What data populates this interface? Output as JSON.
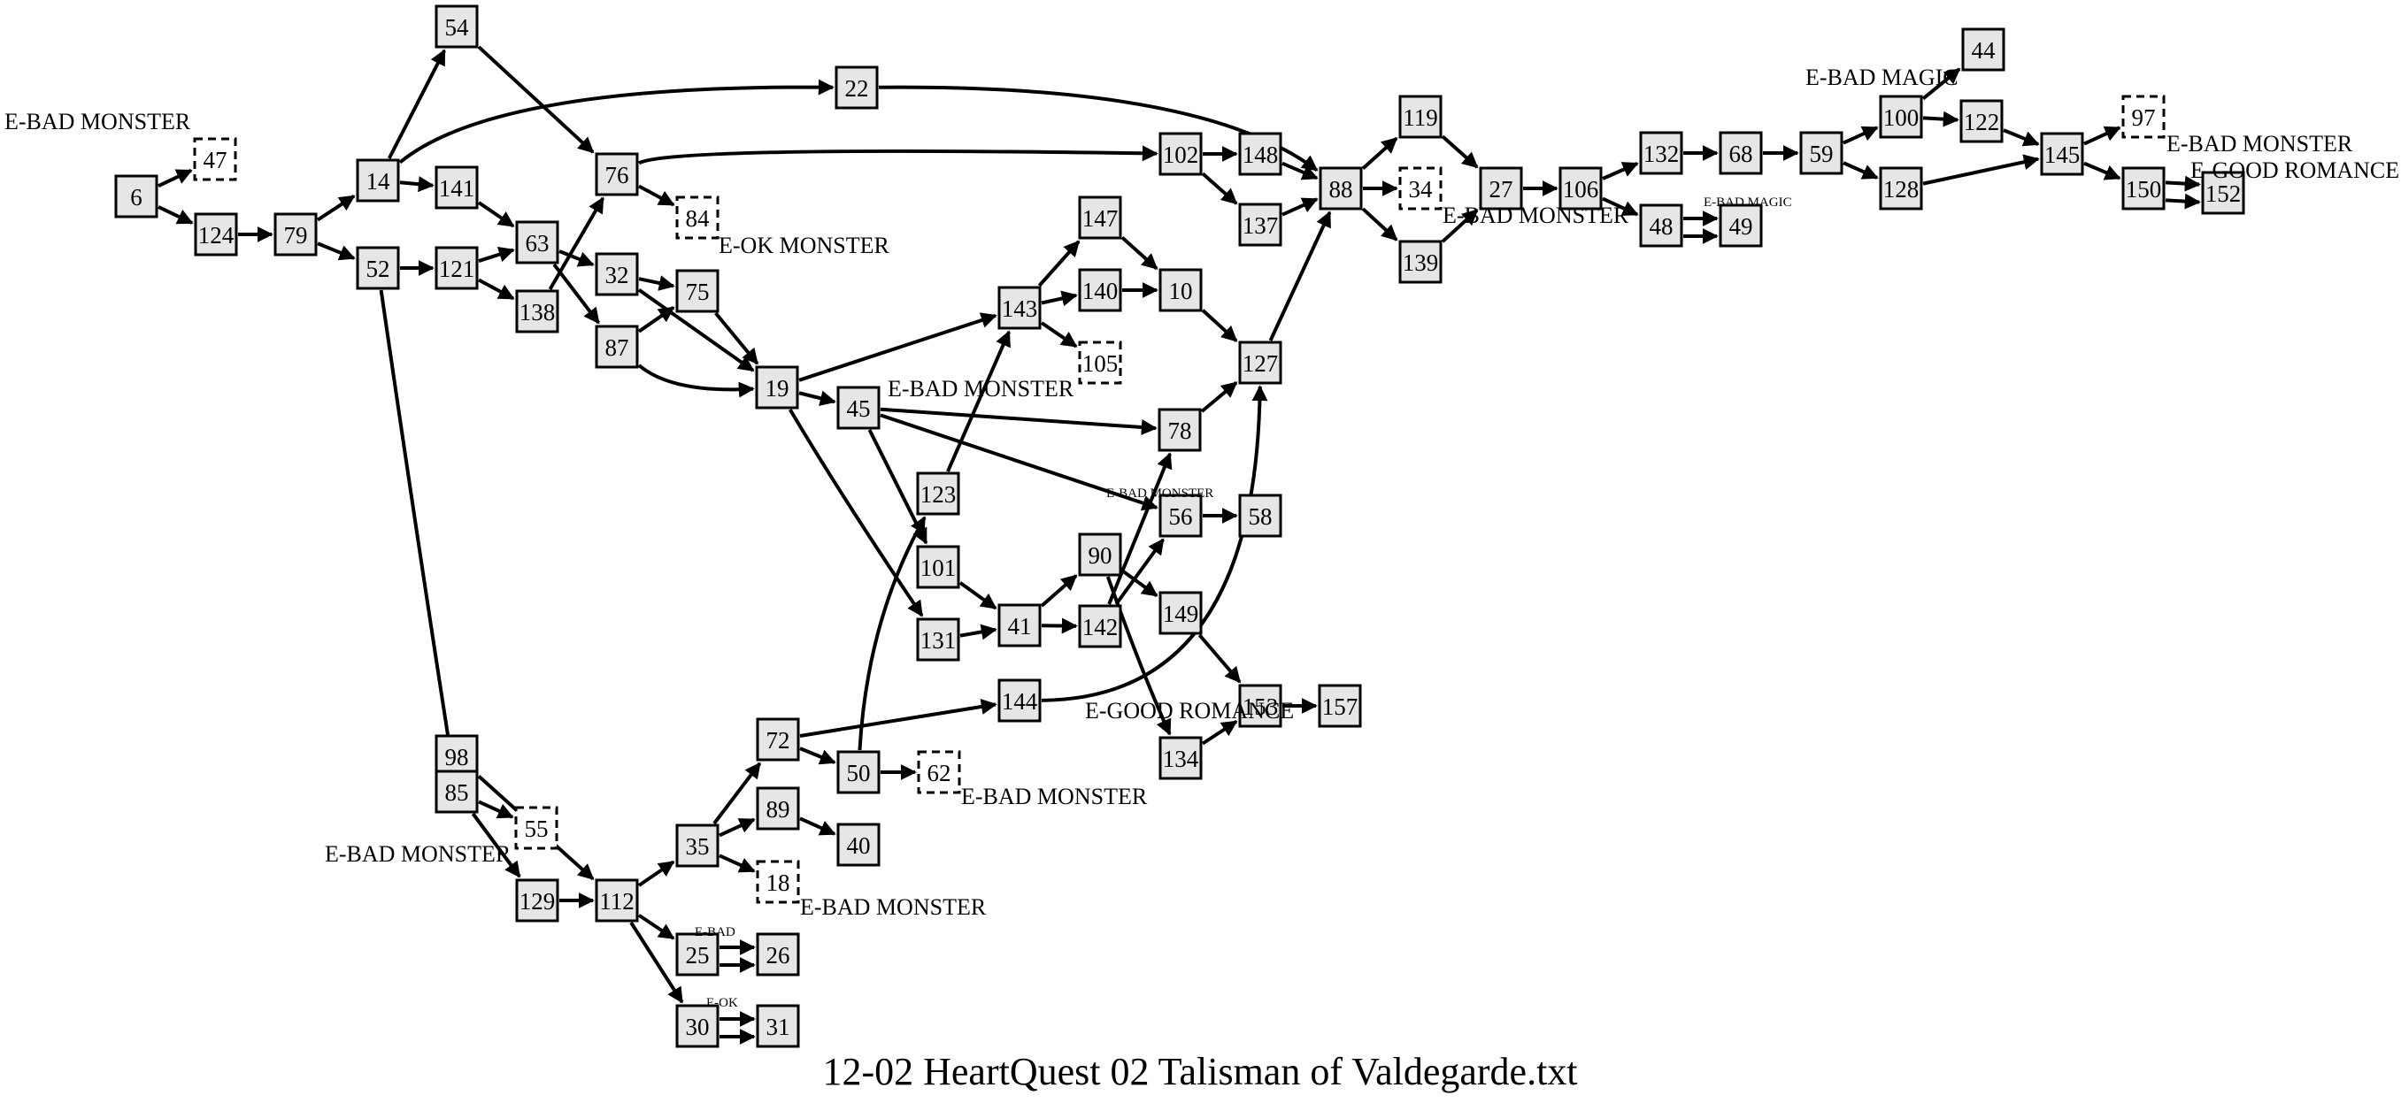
{
  "title": "12-02 HeartQuest 02 Talisman of Valdegarde.txt",
  "colors": {
    "node_fill": "#e6e6e6",
    "ending_fill": "#ffffff",
    "stroke": "#000000"
  },
  "nodes": [
    {
      "id": "6"
    },
    {
      "id": "47",
      "ending": true
    },
    {
      "id": "124"
    },
    {
      "id": "79"
    },
    {
      "id": "14"
    },
    {
      "id": "52"
    },
    {
      "id": "54"
    },
    {
      "id": "141"
    },
    {
      "id": "121"
    },
    {
      "id": "63"
    },
    {
      "id": "138"
    },
    {
      "id": "76"
    },
    {
      "id": "84",
      "ending": true
    },
    {
      "id": "32"
    },
    {
      "id": "87"
    },
    {
      "id": "75"
    },
    {
      "id": "19"
    },
    {
      "id": "22"
    },
    {
      "id": "45"
    },
    {
      "id": "143"
    },
    {
      "id": "147"
    },
    {
      "id": "140"
    },
    {
      "id": "105",
      "ending": true
    },
    {
      "id": "10"
    },
    {
      "id": "127"
    },
    {
      "id": "78"
    },
    {
      "id": "102"
    },
    {
      "id": "148"
    },
    {
      "id": "137"
    },
    {
      "id": "88"
    },
    {
      "id": "119"
    },
    {
      "id": "34",
      "ending": true
    },
    {
      "id": "139"
    },
    {
      "id": "27"
    },
    {
      "id": "106"
    },
    {
      "id": "132"
    },
    {
      "id": "68"
    },
    {
      "id": "59"
    },
    {
      "id": "48"
    },
    {
      "id": "49"
    },
    {
      "id": "100"
    },
    {
      "id": "44"
    },
    {
      "id": "122"
    },
    {
      "id": "128"
    },
    {
      "id": "145"
    },
    {
      "id": "97",
      "ending": true
    },
    {
      "id": "150"
    },
    {
      "id": "152"
    },
    {
      "id": "123"
    },
    {
      "id": "56"
    },
    {
      "id": "58"
    },
    {
      "id": "101"
    },
    {
      "id": "90"
    },
    {
      "id": "41"
    },
    {
      "id": "131"
    },
    {
      "id": "142"
    },
    {
      "id": "149"
    },
    {
      "id": "153"
    },
    {
      "id": "157"
    },
    {
      "id": "134"
    },
    {
      "id": "144"
    },
    {
      "id": "72"
    },
    {
      "id": "50"
    },
    {
      "id": "62",
      "ending": true
    },
    {
      "id": "89"
    },
    {
      "id": "40"
    },
    {
      "id": "35"
    },
    {
      "id": "18",
      "ending": true
    },
    {
      "id": "98"
    },
    {
      "id": "85"
    },
    {
      "id": "55",
      "ending": true
    },
    {
      "id": "129"
    },
    {
      "id": "112"
    },
    {
      "id": "25"
    },
    {
      "id": "26"
    },
    {
      "id": "30"
    },
    {
      "id": "31"
    }
  ],
  "edges": [
    {
      "from": "6",
      "to": "47"
    },
    {
      "from": "6",
      "to": "124"
    },
    {
      "from": "124",
      "to": "79"
    },
    {
      "from": "79",
      "to": "14"
    },
    {
      "from": "79",
      "to": "52"
    },
    {
      "from": "14",
      "to": "54"
    },
    {
      "from": "14",
      "to": "141"
    },
    {
      "from": "14",
      "to": "22"
    },
    {
      "from": "52",
      "to": "121"
    },
    {
      "from": "52",
      "to": "85"
    },
    {
      "from": "54",
      "to": "76"
    },
    {
      "from": "141",
      "to": "63"
    },
    {
      "from": "121",
      "to": "63"
    },
    {
      "from": "121",
      "to": "138"
    },
    {
      "from": "138",
      "to": "76"
    },
    {
      "from": "63",
      "to": "32"
    },
    {
      "from": "63",
      "to": "87"
    },
    {
      "from": "76",
      "to": "84"
    },
    {
      "from": "76",
      "to": "102"
    },
    {
      "from": "32",
      "to": "75"
    },
    {
      "from": "32",
      "to": "19"
    },
    {
      "from": "87",
      "to": "75"
    },
    {
      "from": "87",
      "to": "19"
    },
    {
      "from": "75",
      "to": "19"
    },
    {
      "from": "19",
      "to": "143"
    },
    {
      "from": "19",
      "to": "45"
    },
    {
      "from": "19",
      "to": "131"
    },
    {
      "from": "22",
      "to": "88"
    },
    {
      "from": "143",
      "to": "147"
    },
    {
      "from": "143",
      "to": "140"
    },
    {
      "from": "143",
      "to": "105"
    },
    {
      "from": "147",
      "to": "10"
    },
    {
      "from": "140",
      "to": "10"
    },
    {
      "from": "10",
      "to": "127"
    },
    {
      "from": "127",
      "to": "88"
    },
    {
      "from": "45",
      "to": "78"
    },
    {
      "from": "45",
      "to": "56"
    },
    {
      "from": "45",
      "to": "101"
    },
    {
      "from": "78",
      "to": "127"
    },
    {
      "from": "102",
      "to": "148"
    },
    {
      "from": "102",
      "to": "137"
    },
    {
      "from": "148",
      "to": "88"
    },
    {
      "from": "137",
      "to": "88"
    },
    {
      "from": "88",
      "to": "119"
    },
    {
      "from": "88",
      "to": "34"
    },
    {
      "from": "88",
      "to": "139"
    },
    {
      "from": "119",
      "to": "27"
    },
    {
      "from": "139",
      "to": "27"
    },
    {
      "from": "27",
      "to": "106"
    },
    {
      "from": "106",
      "to": "132"
    },
    {
      "from": "106",
      "to": "48"
    },
    {
      "from": "132",
      "to": "68"
    },
    {
      "from": "68",
      "to": "59"
    },
    {
      "from": "48",
      "to": "49"
    },
    {
      "from": "48",
      "to": "49",
      "offset": 1
    },
    {
      "from": "59",
      "to": "100"
    },
    {
      "from": "59",
      "to": "128"
    },
    {
      "from": "100",
      "to": "44"
    },
    {
      "from": "100",
      "to": "122"
    },
    {
      "from": "122",
      "to": "145"
    },
    {
      "from": "128",
      "to": "145"
    },
    {
      "from": "145",
      "to": "97"
    },
    {
      "from": "145",
      "to": "150"
    },
    {
      "from": "150",
      "to": "152"
    },
    {
      "from": "150",
      "to": "152",
      "offset": 1
    },
    {
      "from": "123",
      "to": "143"
    },
    {
      "from": "56",
      "to": "58"
    },
    {
      "from": "101",
      "to": "41"
    },
    {
      "from": "131",
      "to": "41"
    },
    {
      "from": "41",
      "to": "90"
    },
    {
      "from": "41",
      "to": "142"
    },
    {
      "from": "90",
      "to": "149"
    },
    {
      "from": "90",
      "to": "134"
    },
    {
      "from": "142",
      "to": "78"
    },
    {
      "from": "142",
      "to": "56"
    },
    {
      "from": "149",
      "to": "153"
    },
    {
      "from": "134",
      "to": "153"
    },
    {
      "from": "153",
      "to": "157"
    },
    {
      "from": "144",
      "to": "127"
    },
    {
      "from": "72",
      "to": "144"
    },
    {
      "from": "72",
      "to": "50"
    },
    {
      "from": "50",
      "to": "62"
    },
    {
      "from": "50",
      "to": "123"
    },
    {
      "from": "35",
      "to": "72"
    },
    {
      "from": "35",
      "to": "89"
    },
    {
      "from": "35",
      "to": "18"
    },
    {
      "from": "89",
      "to": "40"
    },
    {
      "from": "85",
      "to": "98"
    },
    {
      "from": "85",
      "to": "55"
    },
    {
      "from": "85",
      "to": "129"
    },
    {
      "from": "98",
      "to": "112"
    },
    {
      "from": "129",
      "to": "112"
    },
    {
      "from": "112",
      "to": "35"
    },
    {
      "from": "112",
      "to": "25"
    },
    {
      "from": "112",
      "to": "30"
    },
    {
      "from": "25",
      "to": "26"
    },
    {
      "from": "25",
      "to": "26",
      "offset": 1
    },
    {
      "from": "30",
      "to": "31"
    },
    {
      "from": "30",
      "to": "31",
      "offset": 1
    }
  ],
  "annotations": [
    {
      "id": "47",
      "text": "E-BAD MONSTER"
    },
    {
      "id": "84",
      "text": "E-OK MONSTER"
    },
    {
      "id": "105",
      "text": "E-BAD MONSTER"
    },
    {
      "id": "56",
      "text": "E-BAD MONSTER",
      "small": true
    },
    {
      "id": "34",
      "text": "E-BAD MONSTER"
    },
    {
      "id": "49",
      "text": "E-BAD MAGIC",
      "small": true
    },
    {
      "id": "44",
      "text": "E-BAD MAGIC"
    },
    {
      "id": "97",
      "text": "E-BAD MONSTER"
    },
    {
      "id": "152",
      "text": "E-GOOD ROMANCE"
    },
    {
      "id": "153",
      "text": "E-GOOD ROMANCE"
    },
    {
      "id": "62",
      "text": "E-BAD MONSTER"
    },
    {
      "id": "18",
      "text": "E-BAD MONSTER"
    },
    {
      "id": "55",
      "text": "E-BAD MONSTER"
    },
    {
      "id": "26",
      "text": "E-BAD",
      "small": true
    },
    {
      "id": "31",
      "text": "E-OK",
      "small": true
    }
  ]
}
